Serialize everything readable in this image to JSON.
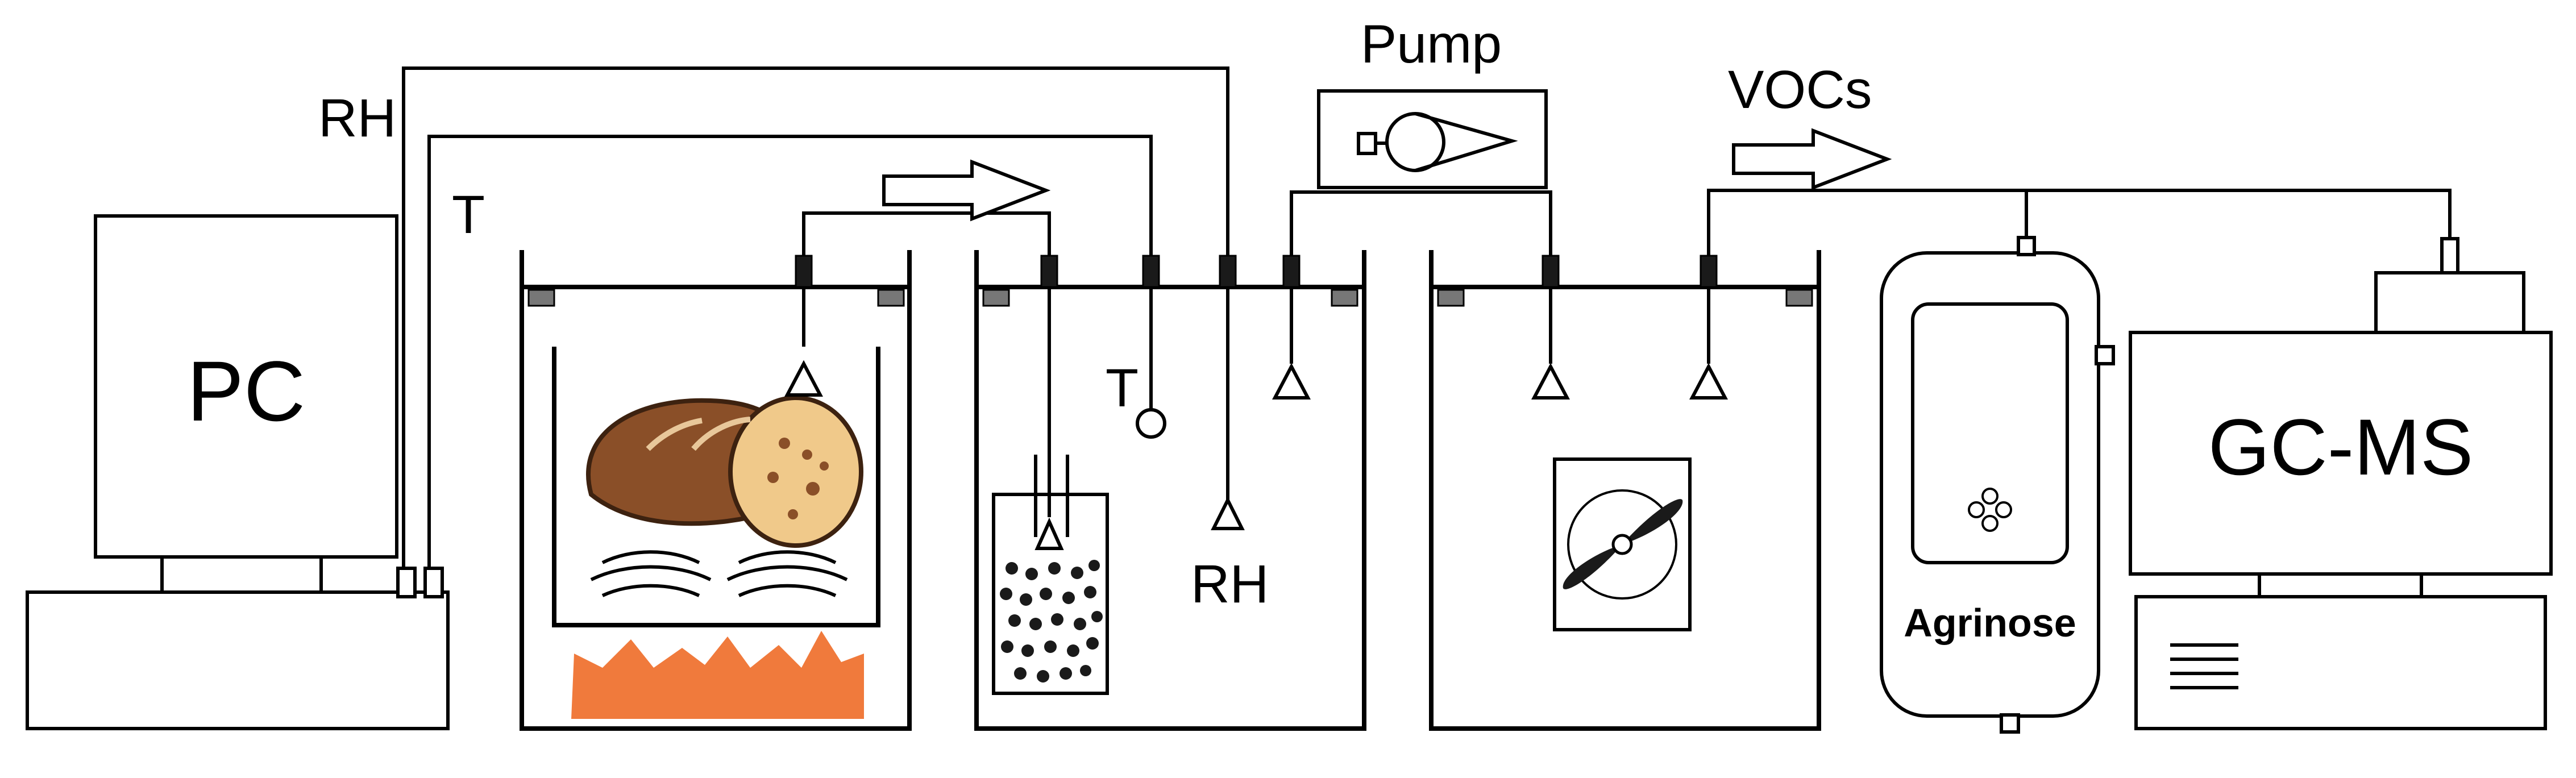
{
  "labels": {
    "pc": "PC",
    "rh_left": "RH",
    "t_left": "T",
    "t_probe": "T",
    "rh_probe": "RH",
    "pump": "Pump",
    "vocs": "VOCs",
    "gc_ms": "GC-MS",
    "agrinose": "Agrinose"
  },
  "colors": {
    "line": "#000000",
    "bread_crust": "#8a4f28",
    "bread_crumb": "#f0c98a",
    "flame": "#f07a3c",
    "background": "#ffffff"
  },
  "icons": {
    "heat": "flame-icon",
    "bread": "bread-icon",
    "steam": "steam-icon",
    "fan": "fan-icon",
    "sensor_array": "sensor-array-icon",
    "beads": "adsorbent-beads-icon",
    "flow_arrow": "flow-arrow-icon",
    "inlet": "inlet-funnel-icon"
  }
}
